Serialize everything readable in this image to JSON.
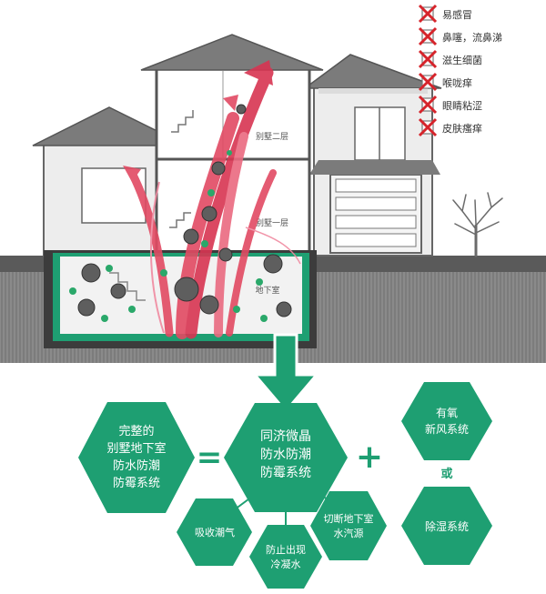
{
  "house": {
    "floor2_label": "别墅二层",
    "floor1_label": "别墅一层",
    "basement_label": "地下室"
  },
  "symptoms": [
    {
      "label": "易感冒"
    },
    {
      "label": "鼻噻，流鼻涕"
    },
    {
      "label": "滋生细菌"
    },
    {
      "label": "喉咙痒"
    },
    {
      "label": "眼睛粘涩"
    },
    {
      "label": "皮肤瘙痒"
    }
  ],
  "diagram": {
    "complete_system": [
      "完整的",
      "别墅地下室",
      "防水防潮",
      "防霉系统"
    ],
    "equals": "=",
    "main_product": [
      "同济微晶",
      "防水防潮",
      "防霉系统"
    ],
    "plus": "+",
    "option1": [
      "有氧",
      "新风系统"
    ],
    "or": "或",
    "option2": "除湿系统",
    "benefit1": "吸收潮气",
    "benefit2": [
      "防止出现",
      "冷凝水"
    ],
    "benefit3": [
      "切断地下室",
      "水汽源"
    ]
  },
  "colors": {
    "hex_green": "#1e9f72",
    "x_red": "#d6242b",
    "plume": "#e24a63"
  }
}
